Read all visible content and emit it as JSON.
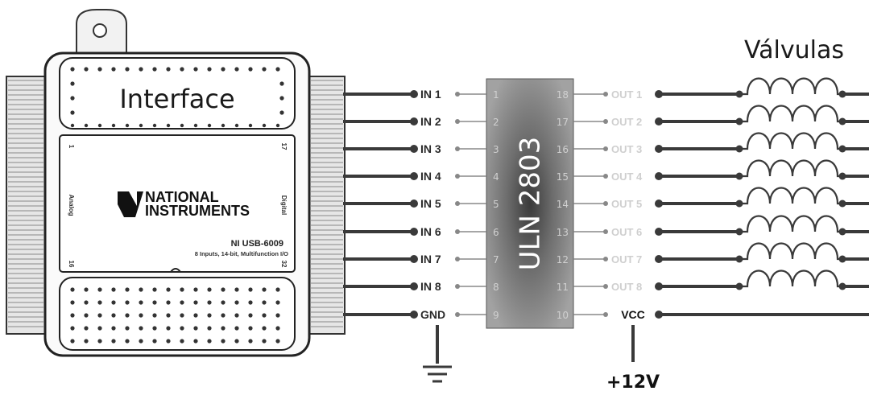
{
  "interface": {
    "title": "Interface",
    "brand_line1": "NATIONAL",
    "brand_line2": "INSTRUMENTS",
    "model": "NI USB-6009",
    "description": "8 Inputs, 14-bit, Multifunction I/O",
    "left_side": "Analog",
    "right_side": "Digital",
    "pin_top_left": "1",
    "pin_bottom_left": "16",
    "pin_top_right": "17",
    "pin_bottom_right": "32"
  },
  "chip": {
    "name": "ULN 2803",
    "left_pins": [
      "1",
      "2",
      "3",
      "4",
      "5",
      "6",
      "7",
      "8",
      "9"
    ],
    "right_pins": [
      "18",
      "17",
      "16",
      "15",
      "14",
      "13",
      "12",
      "11",
      "10"
    ]
  },
  "inputs": [
    "IN 1",
    "IN 2",
    "IN 3",
    "IN 4",
    "IN 5",
    "IN 6",
    "IN 7",
    "IN 8"
  ],
  "gnd_label": "GND",
  "outputs": [
    "OUT 1",
    "OUT 2",
    "OUT 3",
    "OUT 4",
    "OUT 5",
    "OUT 6",
    "OUT 7",
    "OUT 8"
  ],
  "vcc_label": "VCC",
  "supply_label": "+12V",
  "valves_title": "Válvulas",
  "colors": {
    "wire": "#3a3a3a",
    "chip_body": "#9a9a9a",
    "chip_dark": "#4a4a4a",
    "out_label": "#cfcfcf"
  }
}
